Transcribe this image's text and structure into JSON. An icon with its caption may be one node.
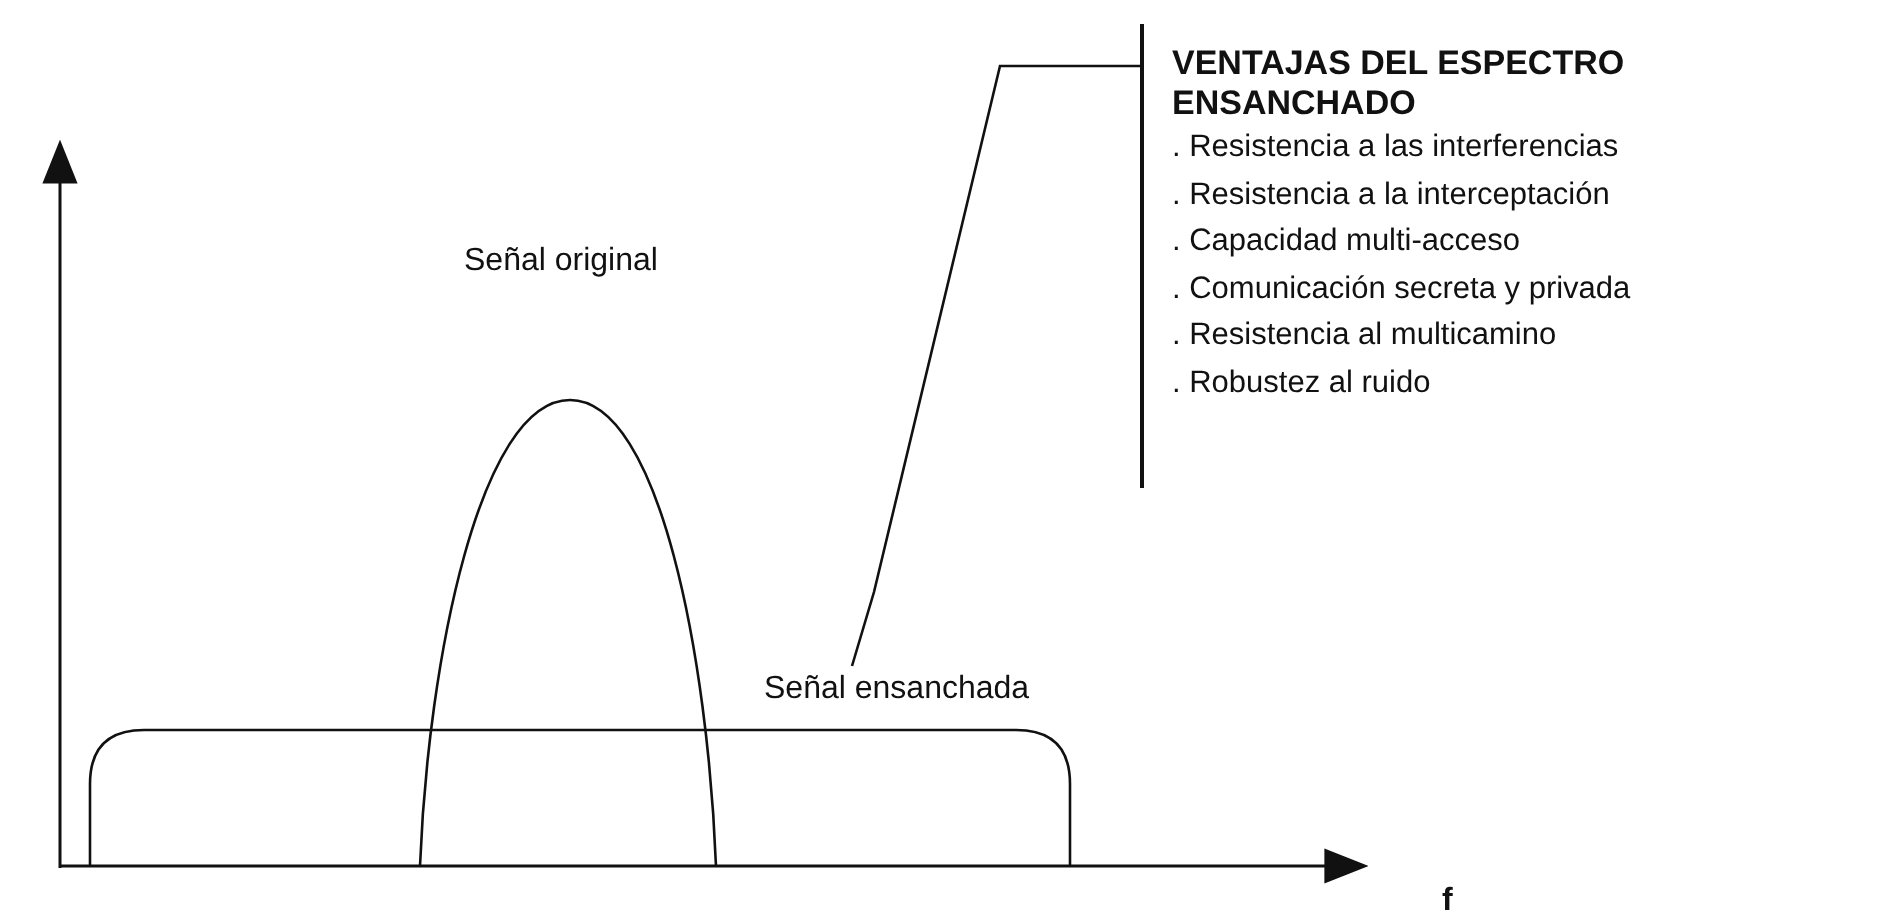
{
  "diagram": {
    "nodes": [
      {
        "text": [
          "VENTAJAS DEL ESPECTRO ENSANCHADO",
          ". Resistencia a las interferencias",
          ". Resistencia a la interceptación",
          ". Capacidad multi-acceso",
          ". Comunicación secreta y privada",
          ". Resistencia al multicamino",
          ". Robustez al ruido"
        ]
      },
      {
        "text": [
          "Señal ensanchada"
        ]
      }
    ],
    "edges": [
      {
        "from": 0,
        "to": 1,
        "arrow": "none"
      }
    ],
    "labels": [
      "Señal original",
      "f"
    ]
  }
}
